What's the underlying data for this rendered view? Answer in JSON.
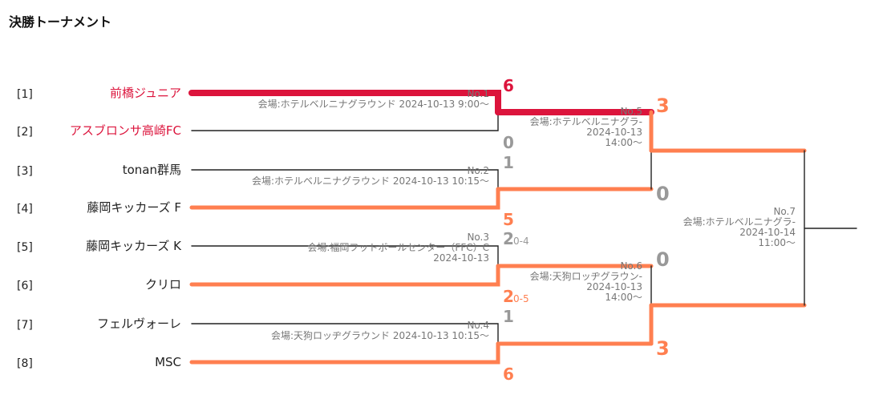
{
  "title": "決勝トーナメント",
  "colors": {
    "champion": "#dc143c",
    "winner": "#ff7f50",
    "loser_score": "#999999",
    "line": "#222222",
    "info": "#777777"
  },
  "teams": [
    {
      "seed": "[1]",
      "name": "前橋ジュニア",
      "highlight": true
    },
    {
      "seed": "[2]",
      "name": "アスブロンサ高崎FC",
      "highlight": true
    },
    {
      "seed": "[3]",
      "name": "tonan群馬",
      "highlight": false
    },
    {
      "seed": "[4]",
      "name": "藤岡キッカーズ F",
      "highlight": false
    },
    {
      "seed": "[5]",
      "name": "藤岡キッカーズ K",
      "highlight": false
    },
    {
      "seed": "[6]",
      "name": "クリロ",
      "highlight": false
    },
    {
      "seed": "[7]",
      "name": "フェルヴォーレ",
      "highlight": false
    },
    {
      "seed": "[8]",
      "name": "MSC",
      "highlight": false
    }
  ],
  "matches": [
    {
      "id": "No.1",
      "info": [
        "会場:ホテルベルニナグラウンド 2024-10-13 9:00〜"
      ],
      "top_score": "6",
      "bottom_score": "0",
      "top_pk": "",
      "bottom_pk": "",
      "winner": "top",
      "champion_path": true
    },
    {
      "id": "No.2",
      "info": [
        "会場:ホテルベルニナグラウンド 2024-10-13 10:15〜"
      ],
      "top_score": "1",
      "bottom_score": "5",
      "top_pk": "",
      "bottom_pk": "",
      "winner": "bottom",
      "champion_path": false
    },
    {
      "id": "No.3",
      "info": [
        "会場:福岡フットボールセンター（FFC）C",
        "2024-10-13"
      ],
      "top_score": "2",
      "bottom_score": "2",
      "top_pk": "0-4",
      "bottom_pk": "0-5",
      "winner": "bottom",
      "champion_path": false
    },
    {
      "id": "No.4",
      "info": [
        "会場:天狗ロッヂグラウンド 2024-10-13 10:15〜"
      ],
      "top_score": "1",
      "bottom_score": "6",
      "top_pk": "",
      "bottom_pk": "",
      "winner": "bottom",
      "champion_path": false
    },
    {
      "id": "No.5",
      "info": [
        "会場:ホテルベルニナグラ-",
        "2024-10-13",
        "14:00〜"
      ],
      "top_score": "3",
      "bottom_score": "0",
      "top_pk": "",
      "bottom_pk": "",
      "winner": "top",
      "champion_path": false
    },
    {
      "id": "No.6",
      "info": [
        "会場:天狗ロッヂグラウン-",
        "2024-10-13",
        "14:00〜"
      ],
      "top_score": "0",
      "bottom_score": "3",
      "top_pk": "",
      "bottom_pk": "",
      "winner": "bottom",
      "champion_path": false
    },
    {
      "id": "No.7",
      "info": [
        "会場:ホテルベルニナグラ-",
        "2024-10-14",
        "11:00〜"
      ],
      "top_score": "",
      "bottom_score": "",
      "top_pk": "",
      "bottom_pk": "",
      "winner": "",
      "champion_path": false
    }
  ]
}
